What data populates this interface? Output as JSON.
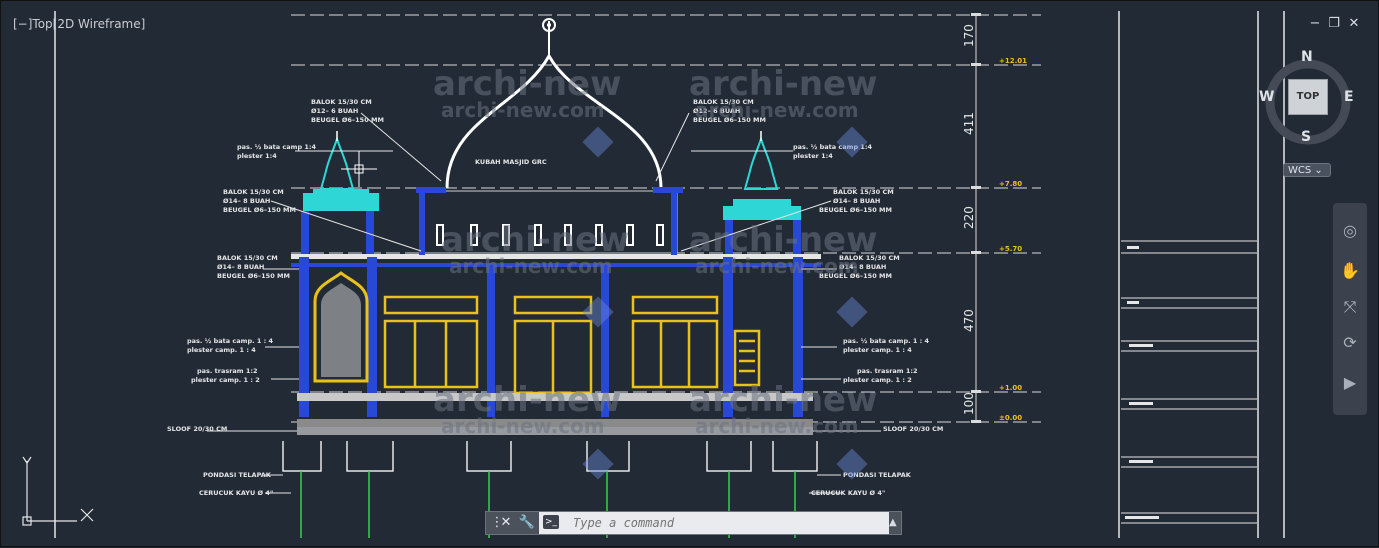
{
  "viewport": {
    "label_parts": [
      "[−]",
      "Top",
      "[2D Wireframe]"
    ]
  },
  "window_controls": {
    "minimize": "−",
    "restore": "❐",
    "close": "✕"
  },
  "viewcube": {
    "north": "N",
    "south": "S",
    "east": "E",
    "west": "W",
    "face": "TOP",
    "ucs": "WCS"
  },
  "command_line": {
    "placeholder": "Type a command",
    "prompt_symbol": ">_"
  },
  "drawing_text": {
    "dims": [
      "170",
      "411",
      "220",
      "470",
      "100"
    ],
    "elevations": [
      "+12.01",
      "+7.80",
      "+5.70",
      "+1.00",
      "±0.00"
    ],
    "dome_label": "KUBAH MASJID GRC",
    "beam_top_left": [
      "BALOK 15/30 CM",
      "Ø12– 6 BUAH",
      "BEUGEL Ø6–150 MM"
    ],
    "beam_top_right": [
      "BALOK 15/30 CM",
      "Ø12– 6 BUAH",
      "BEUGEL Ø6–150 MM"
    ],
    "wall_note_left_top": [
      "pas. ½ bata camp 1:4",
      "plester 1:4"
    ],
    "wall_note_right_top": [
      "pas. ½ bata camp 1:4",
      "plester 1:4"
    ],
    "beam_mid_left": [
      "BALOK 15/30 CM",
      "Ø14– 8 BUAH",
      "BEUGEL Ø6–150 MM"
    ],
    "beam_mid_right": [
      "BALOK 15/30 CM",
      "Ø14– 8 BUAH",
      "BEUGEL Ø6–150 MM"
    ],
    "beam_low_left": [
      "BALOK 15/30 CM",
      "Ø14– 8 BUAH",
      "BEUGEL Ø6–150 MM"
    ],
    "beam_low_right": [
      "BALOK 15/30 CM",
      "Ø14– 8 BUAH",
      "BEUGEL Ø6–150 MM"
    ],
    "wall_note_left_bot": [
      "pas. ½ bata camp. 1 : 4",
      "plester camp. 1 : 4"
    ],
    "wall_note_right_bot": [
      "pas. ½ bata camp. 1 : 4",
      "plester camp. 1 : 4"
    ],
    "trass_left": [
      "pas. trasram 1:2",
      "plester camp. 1 : 2"
    ],
    "trass_right": [
      "pas. trasram 1:2",
      "plester camp. 1 : 2"
    ],
    "sloof_left": "SLOOF 20/30 CM",
    "sloof_right": "SLOOF 20/30 CM",
    "foundation_left": "PONDASI TELAPAK",
    "foundation_right": "PONDASI TELAPAK",
    "pile_left": "CERUCUK KAYU Ø 4\"",
    "pile_right": "CERUCUK KAYU Ø 4\""
  },
  "watermark": {
    "brand": "archi-new",
    "url": "archi-new.com"
  },
  "colors": {
    "background": "#222a35",
    "yellow": "#e8c21a",
    "cyan": "#2fd6d6",
    "blue": "#2848d8",
    "white": "#e8e8e8"
  }
}
